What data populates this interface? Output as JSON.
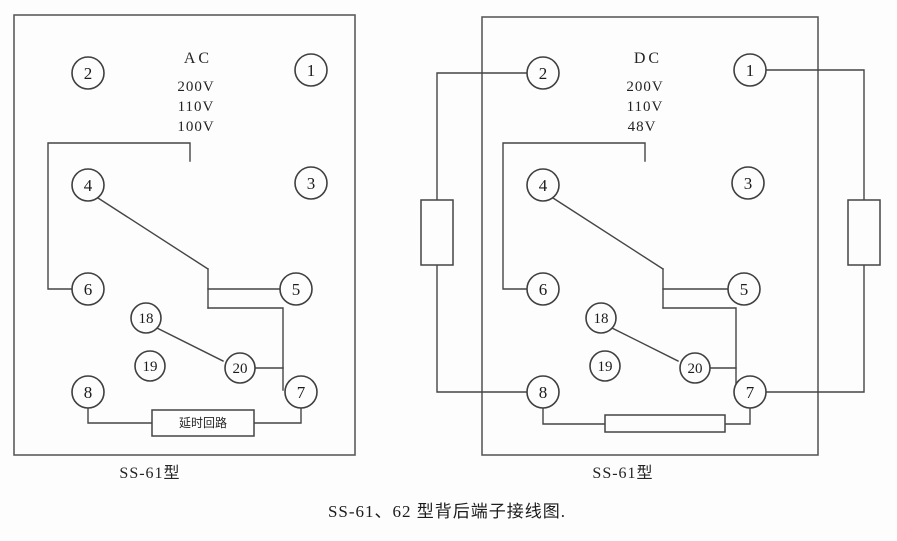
{
  "page": {
    "caption": "SS-61、62 型背后端子接线图."
  },
  "colors": {
    "ink": "#454545",
    "paper": "#fdfdfd"
  },
  "left": {
    "caption": "SS-61型",
    "supply_type": "AC",
    "voltages": [
      "200V",
      "110V",
      "100V"
    ],
    "delay_box_label": "延时回路",
    "terminals": {
      "t1": "1",
      "t2": "2",
      "t3": "3",
      "t4": "4",
      "t5": "5",
      "t6": "6",
      "t7": "7",
      "t8": "8",
      "t18": "18",
      "t19": "19",
      "t20": "20"
    }
  },
  "right": {
    "caption": "SS-61型",
    "supply_type": "DC",
    "voltages": [
      "200V",
      "110V",
      "48V"
    ],
    "terminals": {
      "t1": "1",
      "t2": "2",
      "t3": "3",
      "t4": "4",
      "t5": "5",
      "t6": "6",
      "t7": "7",
      "t8": "8",
      "t18": "18",
      "t19": "19",
      "t20": "20"
    }
  }
}
